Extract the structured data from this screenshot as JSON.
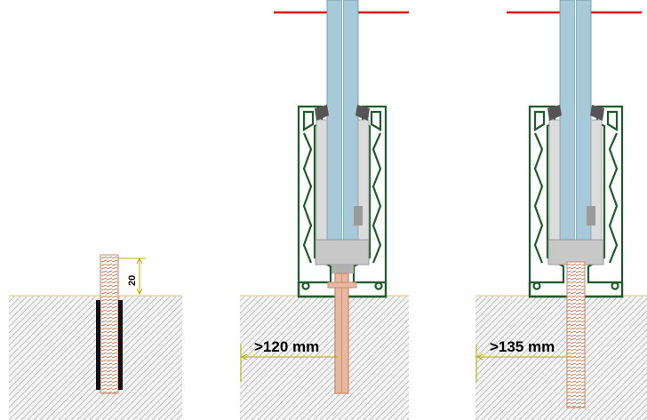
{
  "diagram": {
    "panels": [
      {
        "id": "anchor-detail",
        "dimension": "20"
      },
      {
        "id": "section-a",
        "distance": ">120 mm"
      },
      {
        "id": "section-b",
        "distance": ">135 mm"
      }
    ]
  },
  "colors": {
    "profile_green": "#1e5a2a",
    "glass": "#a8cad8",
    "cut_line": "#e01010",
    "rod": "#c58a6a",
    "concrete_hatch": "#b4b4b4",
    "concrete_edge": "#e8d8a8",
    "dimension": "#b8b000",
    "gasket": "#555555"
  }
}
